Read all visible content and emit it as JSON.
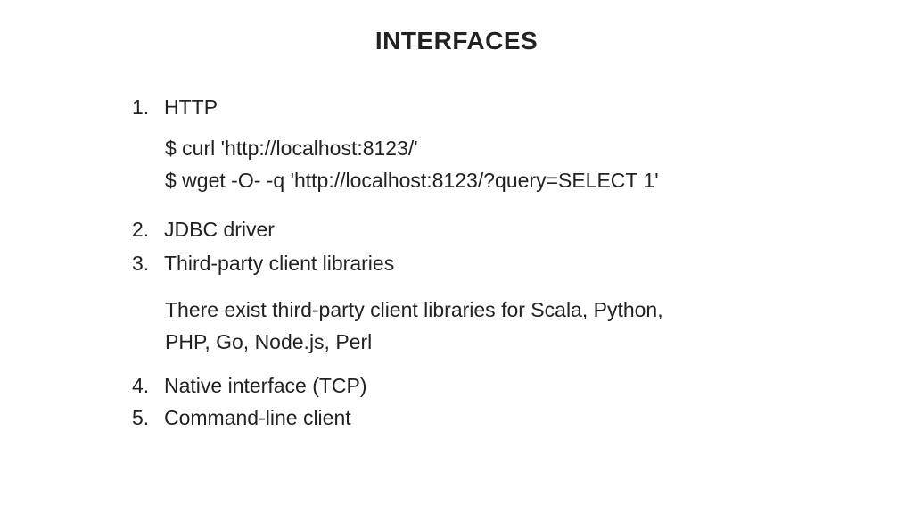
{
  "slide": {
    "title": "INTERFACES",
    "items": [
      {
        "number": "1.",
        "label": "HTTP",
        "details": [
          "$ curl 'http://localhost:8123/'",
          "$ wget -O- -q 'http://localhost:8123/?query=SELECT 1'"
        ]
      },
      {
        "number": "2.",
        "label": "JDBC driver"
      },
      {
        "number": "3.",
        "label": "Third-party client libraries",
        "details": [
          "There exist third-party client libraries for Scala, Python,",
          "PHP, Go, Node.js, Perl"
        ]
      },
      {
        "number": "4.",
        "label": "Native interface (TCP)"
      },
      {
        "number": "5.",
        "label": "Command-line client"
      }
    ]
  }
}
